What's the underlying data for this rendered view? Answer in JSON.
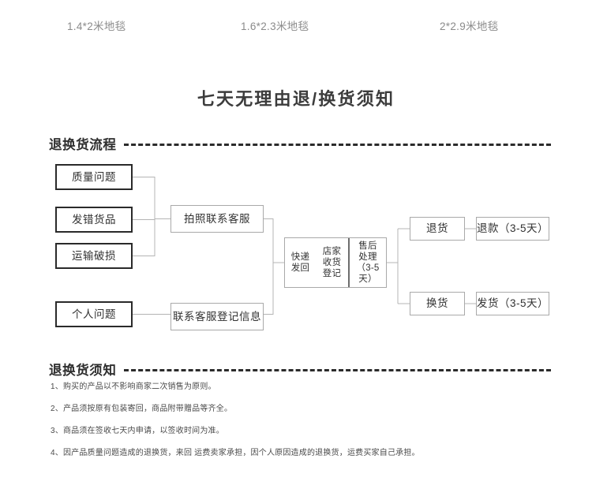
{
  "product_sizes": [
    {
      "label": "1.4*2米地毯"
    },
    {
      "label": "1.6*2.3米地毯"
    },
    {
      "label": "2*2.9米地毯"
    }
  ],
  "title": "七天无理由退/换货须知",
  "sections": {
    "flow_heading": "退换货流程",
    "notice_heading": "退换货须知"
  },
  "flow": {
    "causes": [
      {
        "label": "质量问题"
      },
      {
        "label": "发错货品"
      },
      {
        "label": "运输破损"
      }
    ],
    "personal_cause": "个人问题",
    "step_photo": "拍照联系客服",
    "step_register": "联系客服登记信息",
    "composite": [
      {
        "label": "快递\n发回"
      },
      {
        "label": "店家\n收货\n登记"
      },
      {
        "label": "售后\n处理\n（3-5天）"
      }
    ],
    "outcomes": [
      {
        "label": "退货",
        "result": "退款（3-5天）"
      },
      {
        "label": "换货",
        "result": "发货（3-5天）"
      }
    ]
  },
  "notices": [
    {
      "text": "1、购买的产品以不影响商家二次销售为原则。"
    },
    {
      "text": "2、产品须按原有包装寄回，商品附带赠品等齐全。"
    },
    {
      "text": "3、商品须在签收七天内申请，以签收时间为准。"
    },
    {
      "text": "4、因产品质量问题造成的退换货，来回 运费卖家承担，因个人原因造成的退换货，运费买家自己承担。"
    }
  ],
  "colors": {
    "text": "#3a3a3a",
    "muted": "#8b8b8b",
    "rule": "#2b2b2b",
    "border_strong": "#2a2a2a",
    "border_light": "#a9a9a9"
  }
}
